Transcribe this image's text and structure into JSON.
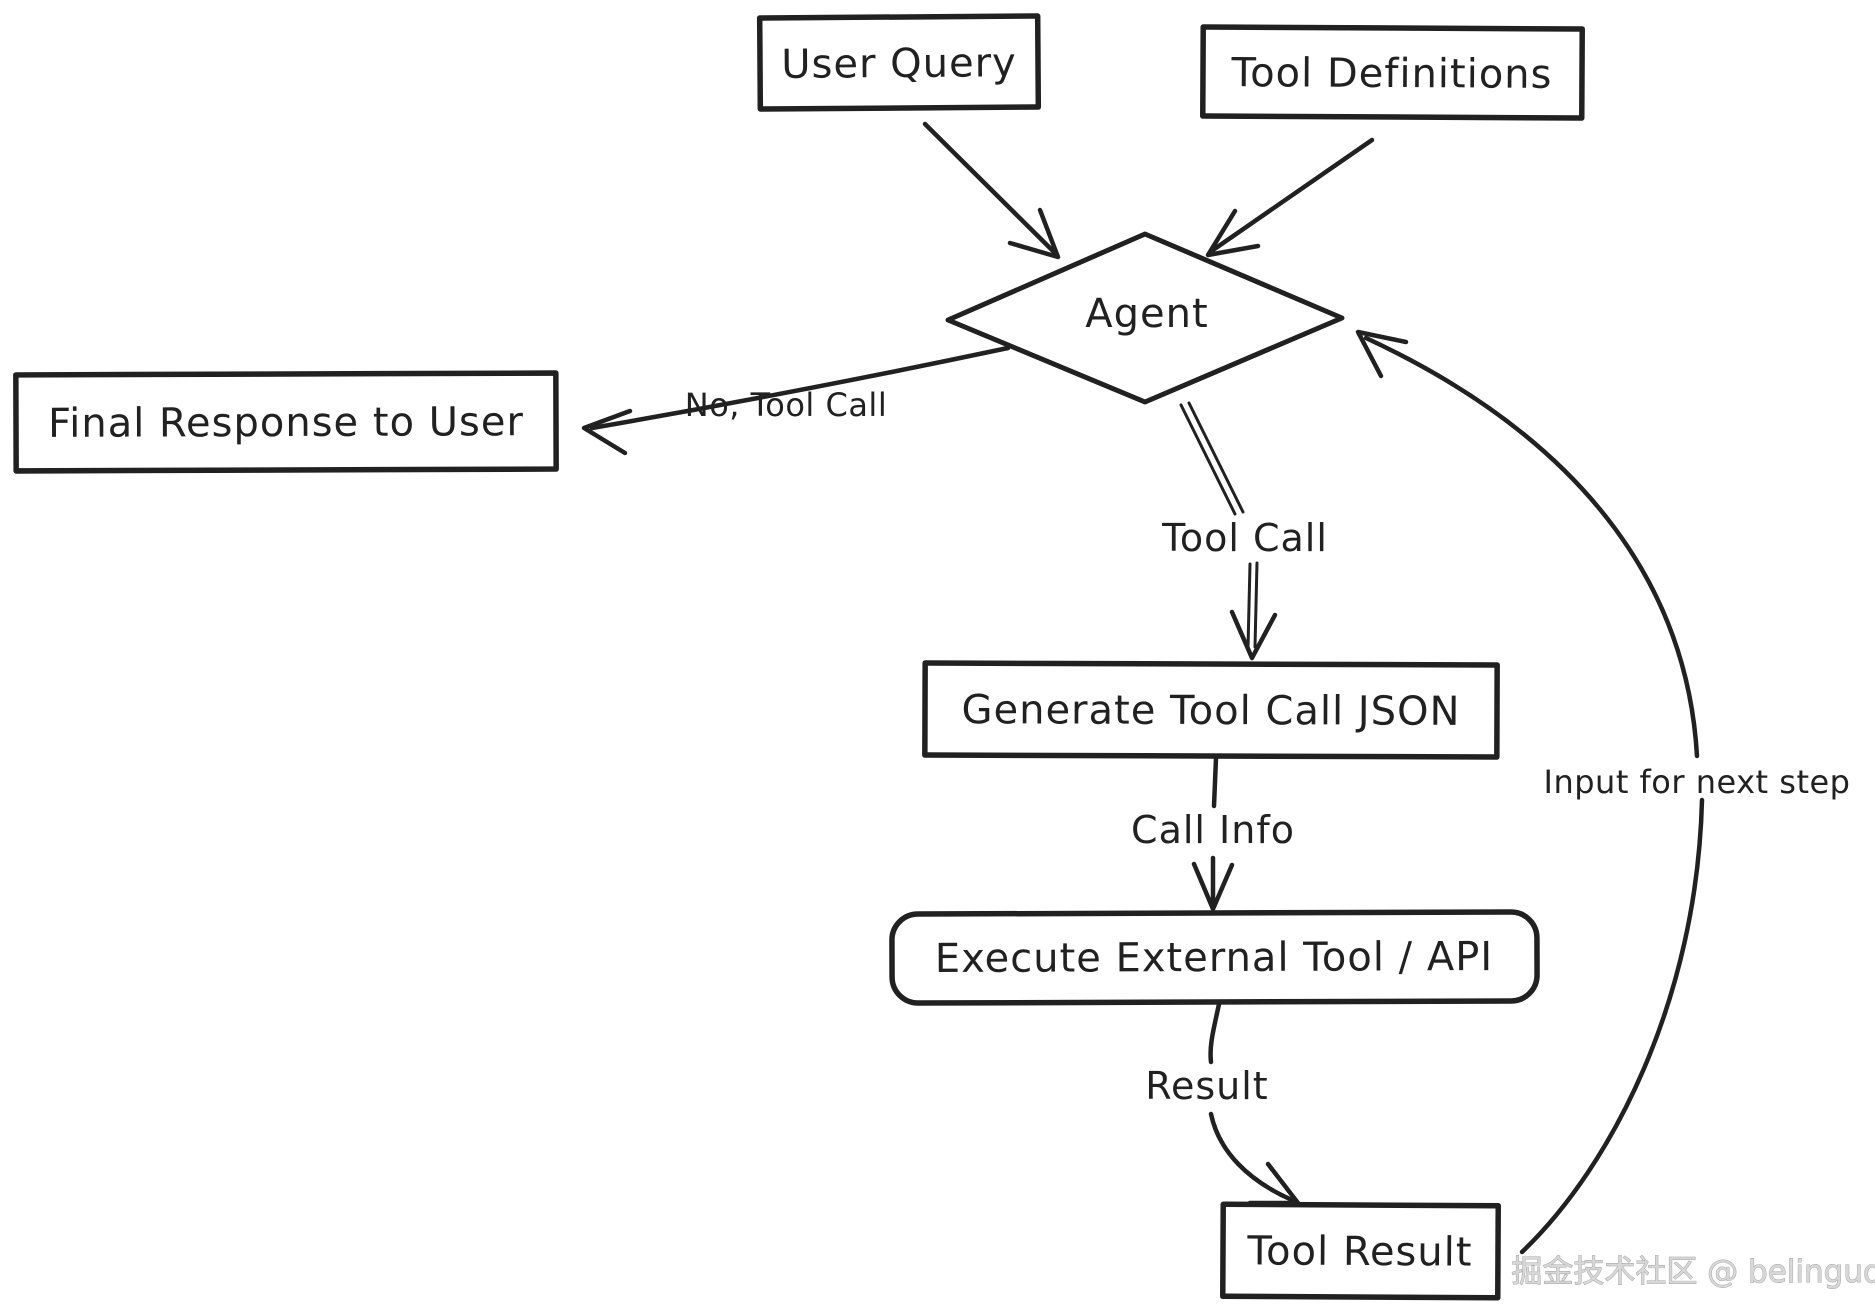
{
  "colors": {
    "ink": "#212121",
    "background": "#ffffff",
    "watermark_fill": "#d8d8d8",
    "watermark_edge": "#a0a0a0"
  },
  "nodes": {
    "user_query": {
      "label": "User Query"
    },
    "tool_definitions": {
      "label": "Tool Definitions"
    },
    "agent": {
      "label": "Agent"
    },
    "final_response": {
      "label": "Final Response to User"
    },
    "generate_tool_call_json": {
      "label": "Generate Tool Call JSON"
    },
    "execute_external_tool": {
      "label": "Execute External Tool / API"
    },
    "tool_result": {
      "label": "Tool Result"
    }
  },
  "edge_labels": {
    "no_tool_call": "No, Tool Call",
    "tool_call": "Tool Call",
    "call_info": "Call Info",
    "result": "Result",
    "input_for_next_step": "Input for next step"
  },
  "watermark": {
    "text": "掘金技术社区 @ belingud"
  }
}
